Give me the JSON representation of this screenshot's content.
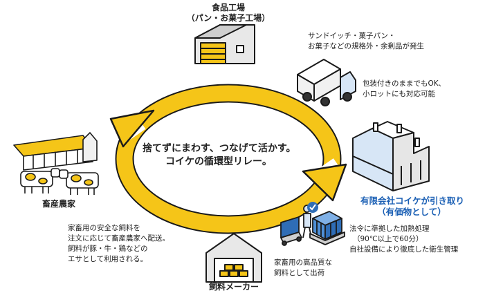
{
  "factory": {
    "title": "食品工場",
    "subtitle": "（パン・お菓子工場）"
  },
  "surplus_note": {
    "line1": "サンドイッチ・菓子パン・",
    "line2": "お菓子などの規格外・余剰品が発生"
  },
  "packaging_note": {
    "line1": "包装付きのままでもOK、",
    "line2": "小ロットにも対応可能"
  },
  "center": {
    "line1": "捨てずにまわす、つなげて活かす。",
    "line2": "コイケの循環型リレー。"
  },
  "koike": {
    "line1": "有限会社コイケが引き取り",
    "line2": "（有価物として）"
  },
  "heat_note": {
    "line1": "法令に準拠した加熱処理",
    "line2": "（90℃以上で60分）",
    "line3": "自社設備により徹底した衛生管理"
  },
  "shipping_note": {
    "line1": "家畜用の高品質な",
    "line2": "飼料として出荷"
  },
  "feed_maker": {
    "title": "飼料メーカー"
  },
  "delivery_note": {
    "line1": "家畜用の安全な飼料を",
    "line2": "注文に応じて畜産農家へ配送。",
    "line3": "飼料が豚・牛・鶏などの",
    "line4": "エサとして利用される。"
  },
  "farmer": {
    "title": "畜産農家"
  },
  "colors": {
    "arrow": "#f5c518",
    "arrow_outline": "#1a1a1a",
    "accent_blue": "#1a5fb4",
    "building_blue": "#d7e6f6",
    "building_gray": "#e6e6e6"
  }
}
